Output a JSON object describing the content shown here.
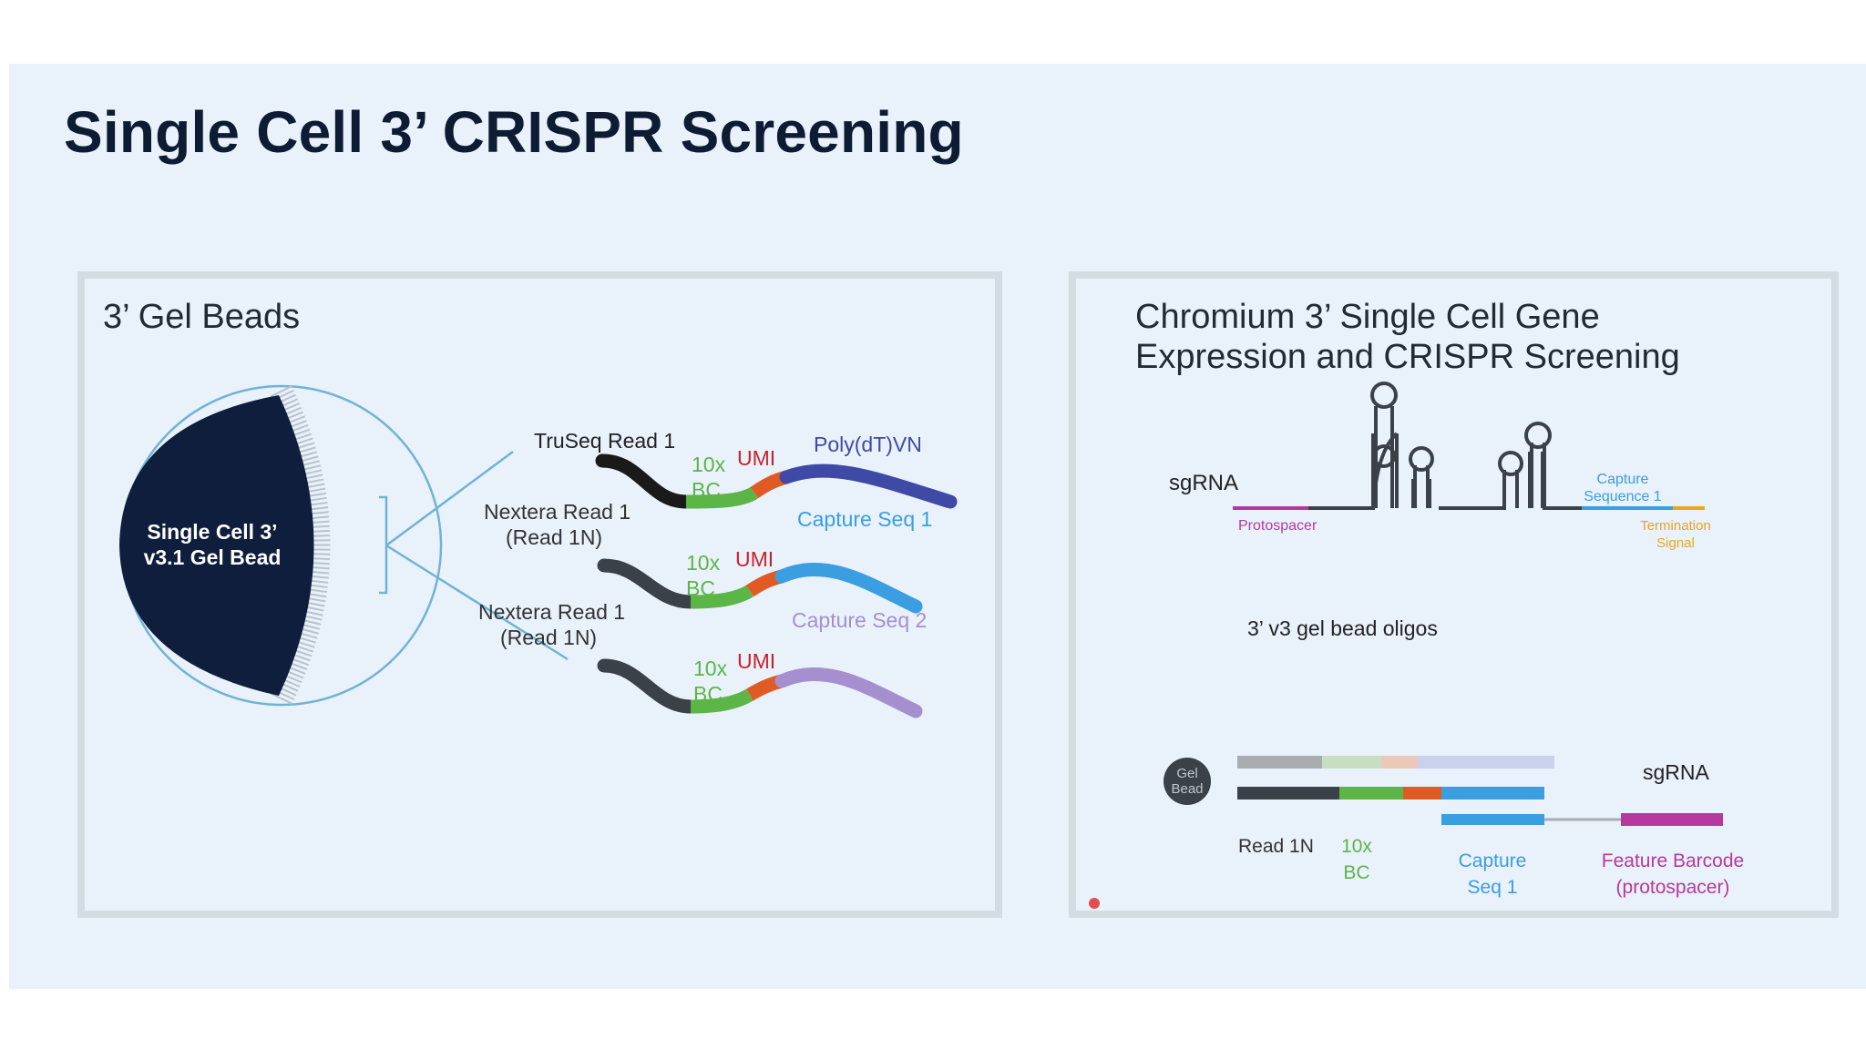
{
  "slide": {
    "title": "Single Cell 3’ CRISPR Screening"
  },
  "left_panel": {
    "heading": "3’ Gel Beads",
    "bead_label_line1": "Single Cell 3’",
    "bead_label_line2": "v3.1 Gel Bead",
    "oligos": [
      {
        "read_line1": "TruSeq Read 1",
        "read_line2": "",
        "bc_line1": "10x",
        "bc_line2": "BC",
        "umi": "UMI",
        "capture": "Poly(dT)VN",
        "capture_color": "#3e4aa6"
      },
      {
        "read_line1": "Nextera Read 1",
        "read_line2": "(Read 1N)",
        "bc_line1": "10x",
        "bc_line2": "BC",
        "umi": "UMI",
        "capture": "Capture Seq 1",
        "capture_color": "#3a9ee0"
      },
      {
        "read_line1": "Nextera Read 1",
        "read_line2": "(Read 1N)",
        "bc_line1": "10x",
        "bc_line2": "BC",
        "umi": "UMI",
        "capture": "Capture Seq 2",
        "capture_color": "#a58fcf"
      }
    ]
  },
  "right_panel": {
    "heading_line1": "Chromium 3’ Single Cell Gene",
    "heading_line2": "Expression and CRISPR Screening",
    "sgrna_label": "sgRNA",
    "protospacer_label": "Protospacer",
    "capture_seq_line1": "Capture",
    "capture_seq_line2": "Sequence 1",
    "termination_line1": "Termination",
    "termination_line2": "Signal",
    "oligos_title": "3’ v3 gel bead oligos",
    "gel_bead_line1": "Gel",
    "gel_bead_line2": "Bead",
    "sgrna_label_bottom": "sgRNA",
    "read1n_label": "Read 1N",
    "bc_line1": "10x",
    "bc_line2": "BC",
    "capture_bottom_line1": "Capture",
    "capture_bottom_line2": "Seq 1",
    "feature_barcode_line1": "Feature Barcode",
    "feature_barcode_line2": "(protospacer)"
  },
  "colors": {
    "bead_dark": "#0e1e3c",
    "read_black": "#1a1a1a",
    "read_gray": "#3b4148",
    "bc_green": "#5cb547",
    "umi_orange": "#e05a24",
    "umi_text": "#c9232a",
    "protospacer": "#b5399c",
    "capture_blue": "#3a9ee0",
    "termination": "#e8a71e"
  }
}
